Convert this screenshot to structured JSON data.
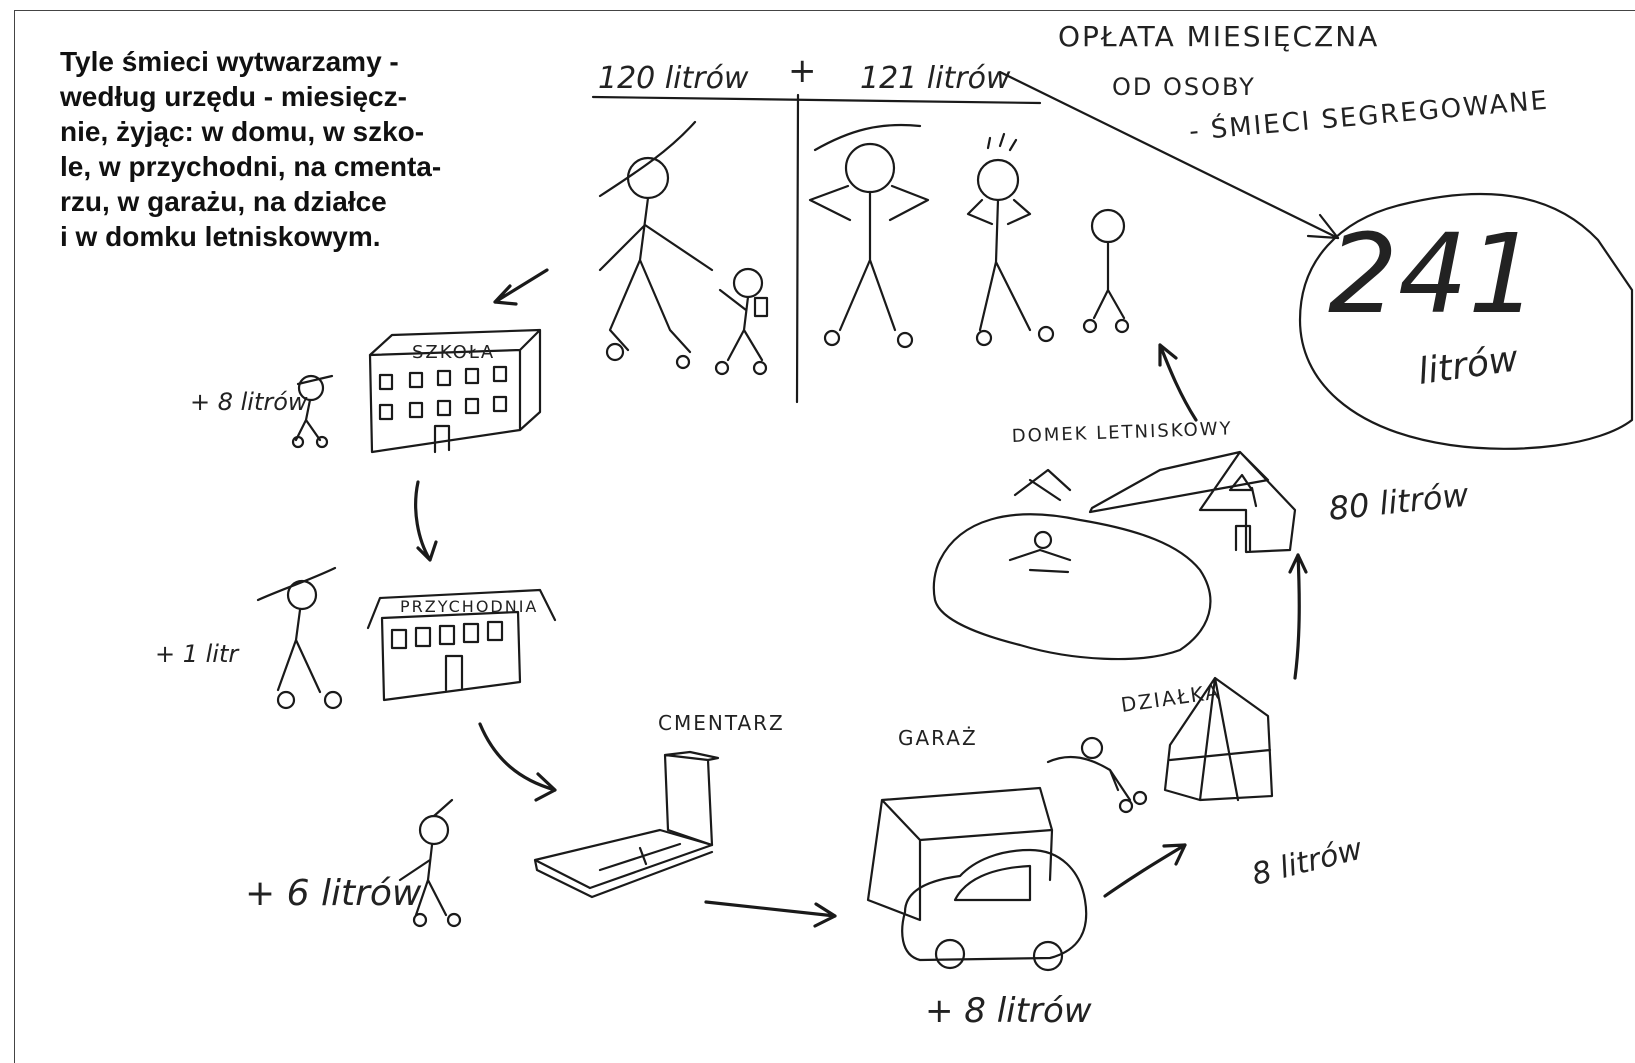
{
  "caption": {
    "lines": [
      "Tyle śmieci wytwarzamy -",
      "według urzędu - miesięcz-",
      "nie, żyjąc: w domu, w szko-",
      "le, w przychodni, na cmenta-",
      "rzu, w garażu, na działce",
      "i w domku letniskowym."
    ]
  },
  "header": {
    "left_amount": "120 litrów",
    "plus": "+",
    "right_amount": "121 litrów",
    "fee_title": "OPŁATA MIESIĘCZNA",
    "fee_per": "OD OSOBY",
    "fee_type": "- ŚMIECI SEGREGOWANE"
  },
  "total": {
    "value": "241",
    "unit": "litrów"
  },
  "places": {
    "school": {
      "label": "SZKOŁA",
      "amount": "+ 8 litrów"
    },
    "clinic": {
      "label": "PRZYCHODNIA",
      "amount": "+ 1 litr"
    },
    "cemetery": {
      "label": "CMENTARZ",
      "amount": "+ 6 litrów"
    },
    "garage": {
      "label": "GARAŻ",
      "amount": "+ 8 litrów"
    },
    "allotment": {
      "label": "DZIAŁKA",
      "amount": "8 litrów"
    },
    "cottage": {
      "label": "DOMEK LETNISKOWY",
      "amount": "80 litrów"
    }
  }
}
